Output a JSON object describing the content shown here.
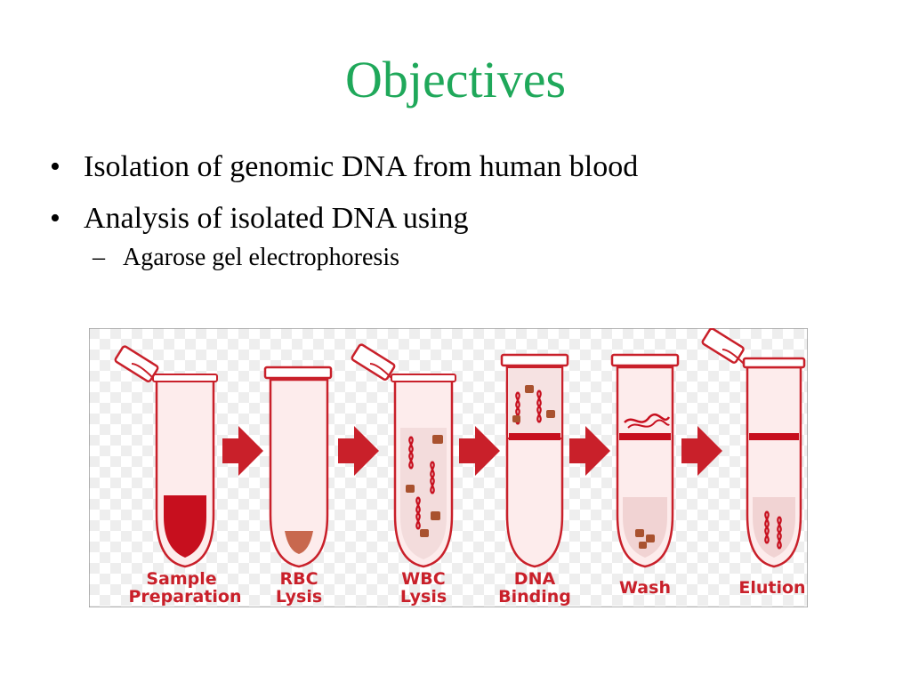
{
  "slide": {
    "title": "Objectives",
    "bullets": [
      {
        "text": "Isolation of genomic DNA from human blood"
      },
      {
        "text": "Analysis of isolated DNA using"
      }
    ],
    "sub_bullets": [
      {
        "text": "Agarose gel electrophoresis"
      }
    ],
    "bullet_glyph": "•",
    "dash_glyph": "–"
  },
  "figure": {
    "steps": [
      {
        "line1": "Sample",
        "line2": "Preparation"
      },
      {
        "line1": "RBC",
        "line2": "Lysis"
      },
      {
        "line1": "WBC",
        "line2": "Lysis"
      },
      {
        "line1": "DNA",
        "line2": "Binding"
      },
      {
        "line1": "Wash",
        "line2": ""
      },
      {
        "line1": "Elution",
        "line2": ""
      }
    ],
    "arrow_icon": "right-arrow-icon"
  },
  "colors": {
    "title": "#1fa85a",
    "tube": "#c9202a",
    "tube_fill": "#fde8e8",
    "blood": "#c70f1e",
    "pellet": "#c8684e",
    "debris": "#a9522f",
    "arrow": "#c9202a",
    "label": "#c9202a"
  }
}
